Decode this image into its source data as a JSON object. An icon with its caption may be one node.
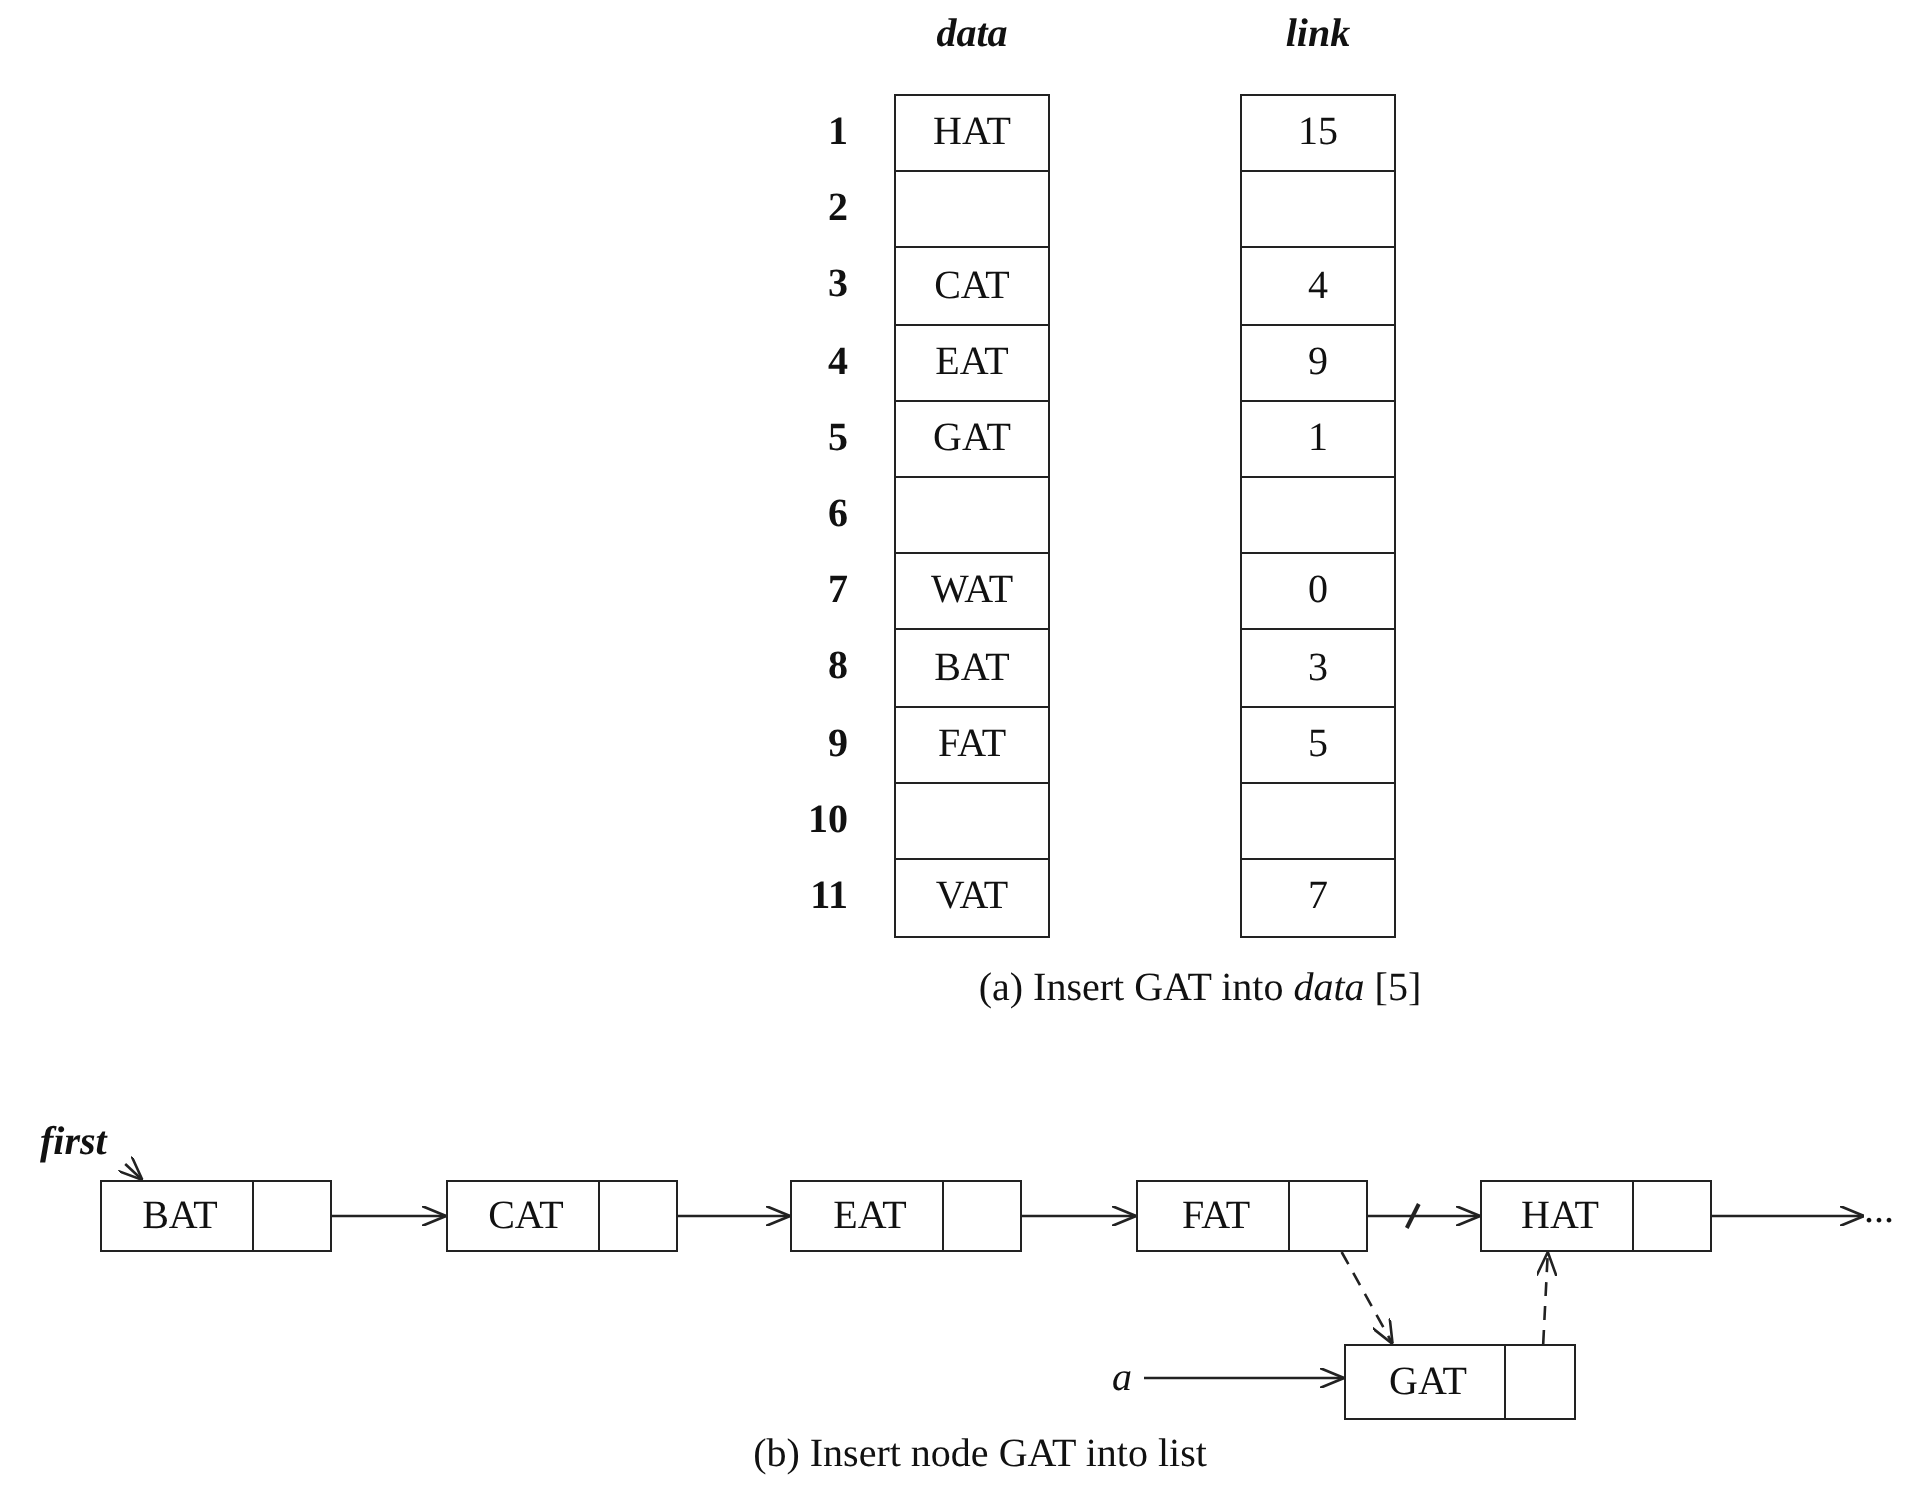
{
  "diagram": {
    "nodes": [
      {
        "text": [
          "first"
        ]
      },
      {
        "text": [
          "BAT"
        ]
      },
      {
        "text": [
          "CAT"
        ]
      },
      {
        "text": [
          "EAT"
        ]
      },
      {
        "text": [
          "FAT"
        ]
      },
      {
        "text": [
          "HAT"
        ]
      },
      {
        "text": [
          "..."
        ]
      },
      {
        "text": [
          "GAT"
        ]
      },
      {
        "text": [
          "a"
        ]
      }
    ],
    "edges": [
      {
        "from": 0,
        "to": 1,
        "arrow": "to"
      },
      {
        "from": 1,
        "to": 2,
        "arrow": "to"
      },
      {
        "from": 2,
        "to": 3,
        "arrow": "to"
      },
      {
        "from": 3,
        "to": 4,
        "arrow": "to"
      },
      {
        "from": 4,
        "to": 5,
        "arrow": "to"
      },
      {
        "from": 5,
        "to": 6,
        "arrow": "to"
      },
      {
        "from": 4,
        "to": 7,
        "arrow": "to",
        "style": "dashed"
      },
      {
        "from": 7,
        "to": 5,
        "arrow": "to",
        "style": "dashed"
      },
      {
        "from": 8,
        "to": 7,
        "arrow": "to"
      }
    ],
    "labels": [
      "data",
      "link",
      "1",
      "HAT",
      "15",
      "2",
      "3",
      "CAT",
      "4",
      "4",
      "EAT",
      "9",
      "5",
      "GAT",
      "1",
      "6",
      "7",
      "WAT",
      "0",
      "8",
      "BAT",
      "3",
      "9",
      "FAT",
      "5",
      "10",
      "11",
      "VAT",
      "7",
      "(a) Insert GAT into *data* [5]",
      "(b) Insert node GAT into list"
    ]
  }
}
